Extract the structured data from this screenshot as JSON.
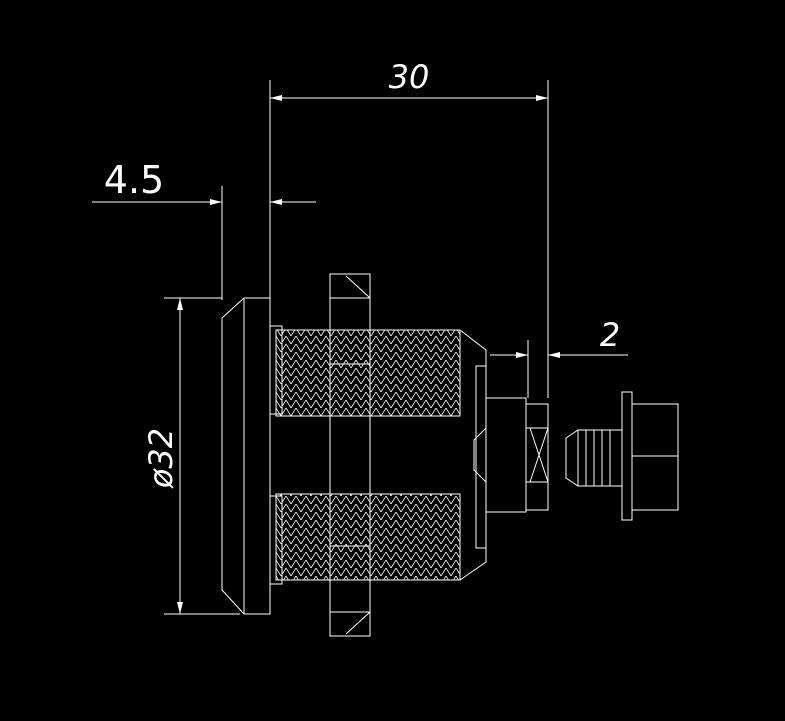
{
  "drawing": {
    "background": "#000000",
    "line_color": "#ffffff",
    "dimensions": {
      "overall_length": "30",
      "flange_thickness": "4.5",
      "diameter": "ø32",
      "tail_gap": "2"
    }
  }
}
